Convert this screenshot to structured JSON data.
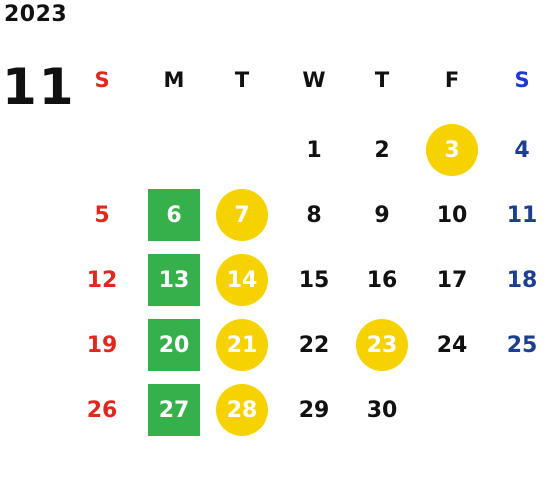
{
  "calendar": {
    "year": "2023",
    "month": "11",
    "weekdays": [
      "S",
      "M",
      "T",
      "W",
      "T",
      "F",
      "S"
    ],
    "weeks": [
      [
        "",
        "",
        "",
        "1",
        "2",
        "3",
        "4"
      ],
      [
        "5",
        "6",
        "7",
        "8",
        "9",
        "10",
        "11"
      ],
      [
        "12",
        "13",
        "14",
        "15",
        "16",
        "17",
        "18"
      ],
      [
        "19",
        "20",
        "21",
        "22",
        "23",
        "24",
        "25"
      ],
      [
        "26",
        "27",
        "28",
        "29",
        "30",
        "",
        ""
      ]
    ],
    "highlight_green": [
      "6",
      "13",
      "20",
      "27"
    ],
    "highlight_yellow": [
      "3",
      "7",
      "14",
      "21",
      "23",
      "28"
    ]
  },
  "colors": {
    "sunday": "#e0281e",
    "saturday": "#1d3f8f",
    "saturday_header": "#1d37d9",
    "green_highlight": "#36b04a",
    "yellow_highlight": "#f6d200",
    "text": "#111111"
  }
}
